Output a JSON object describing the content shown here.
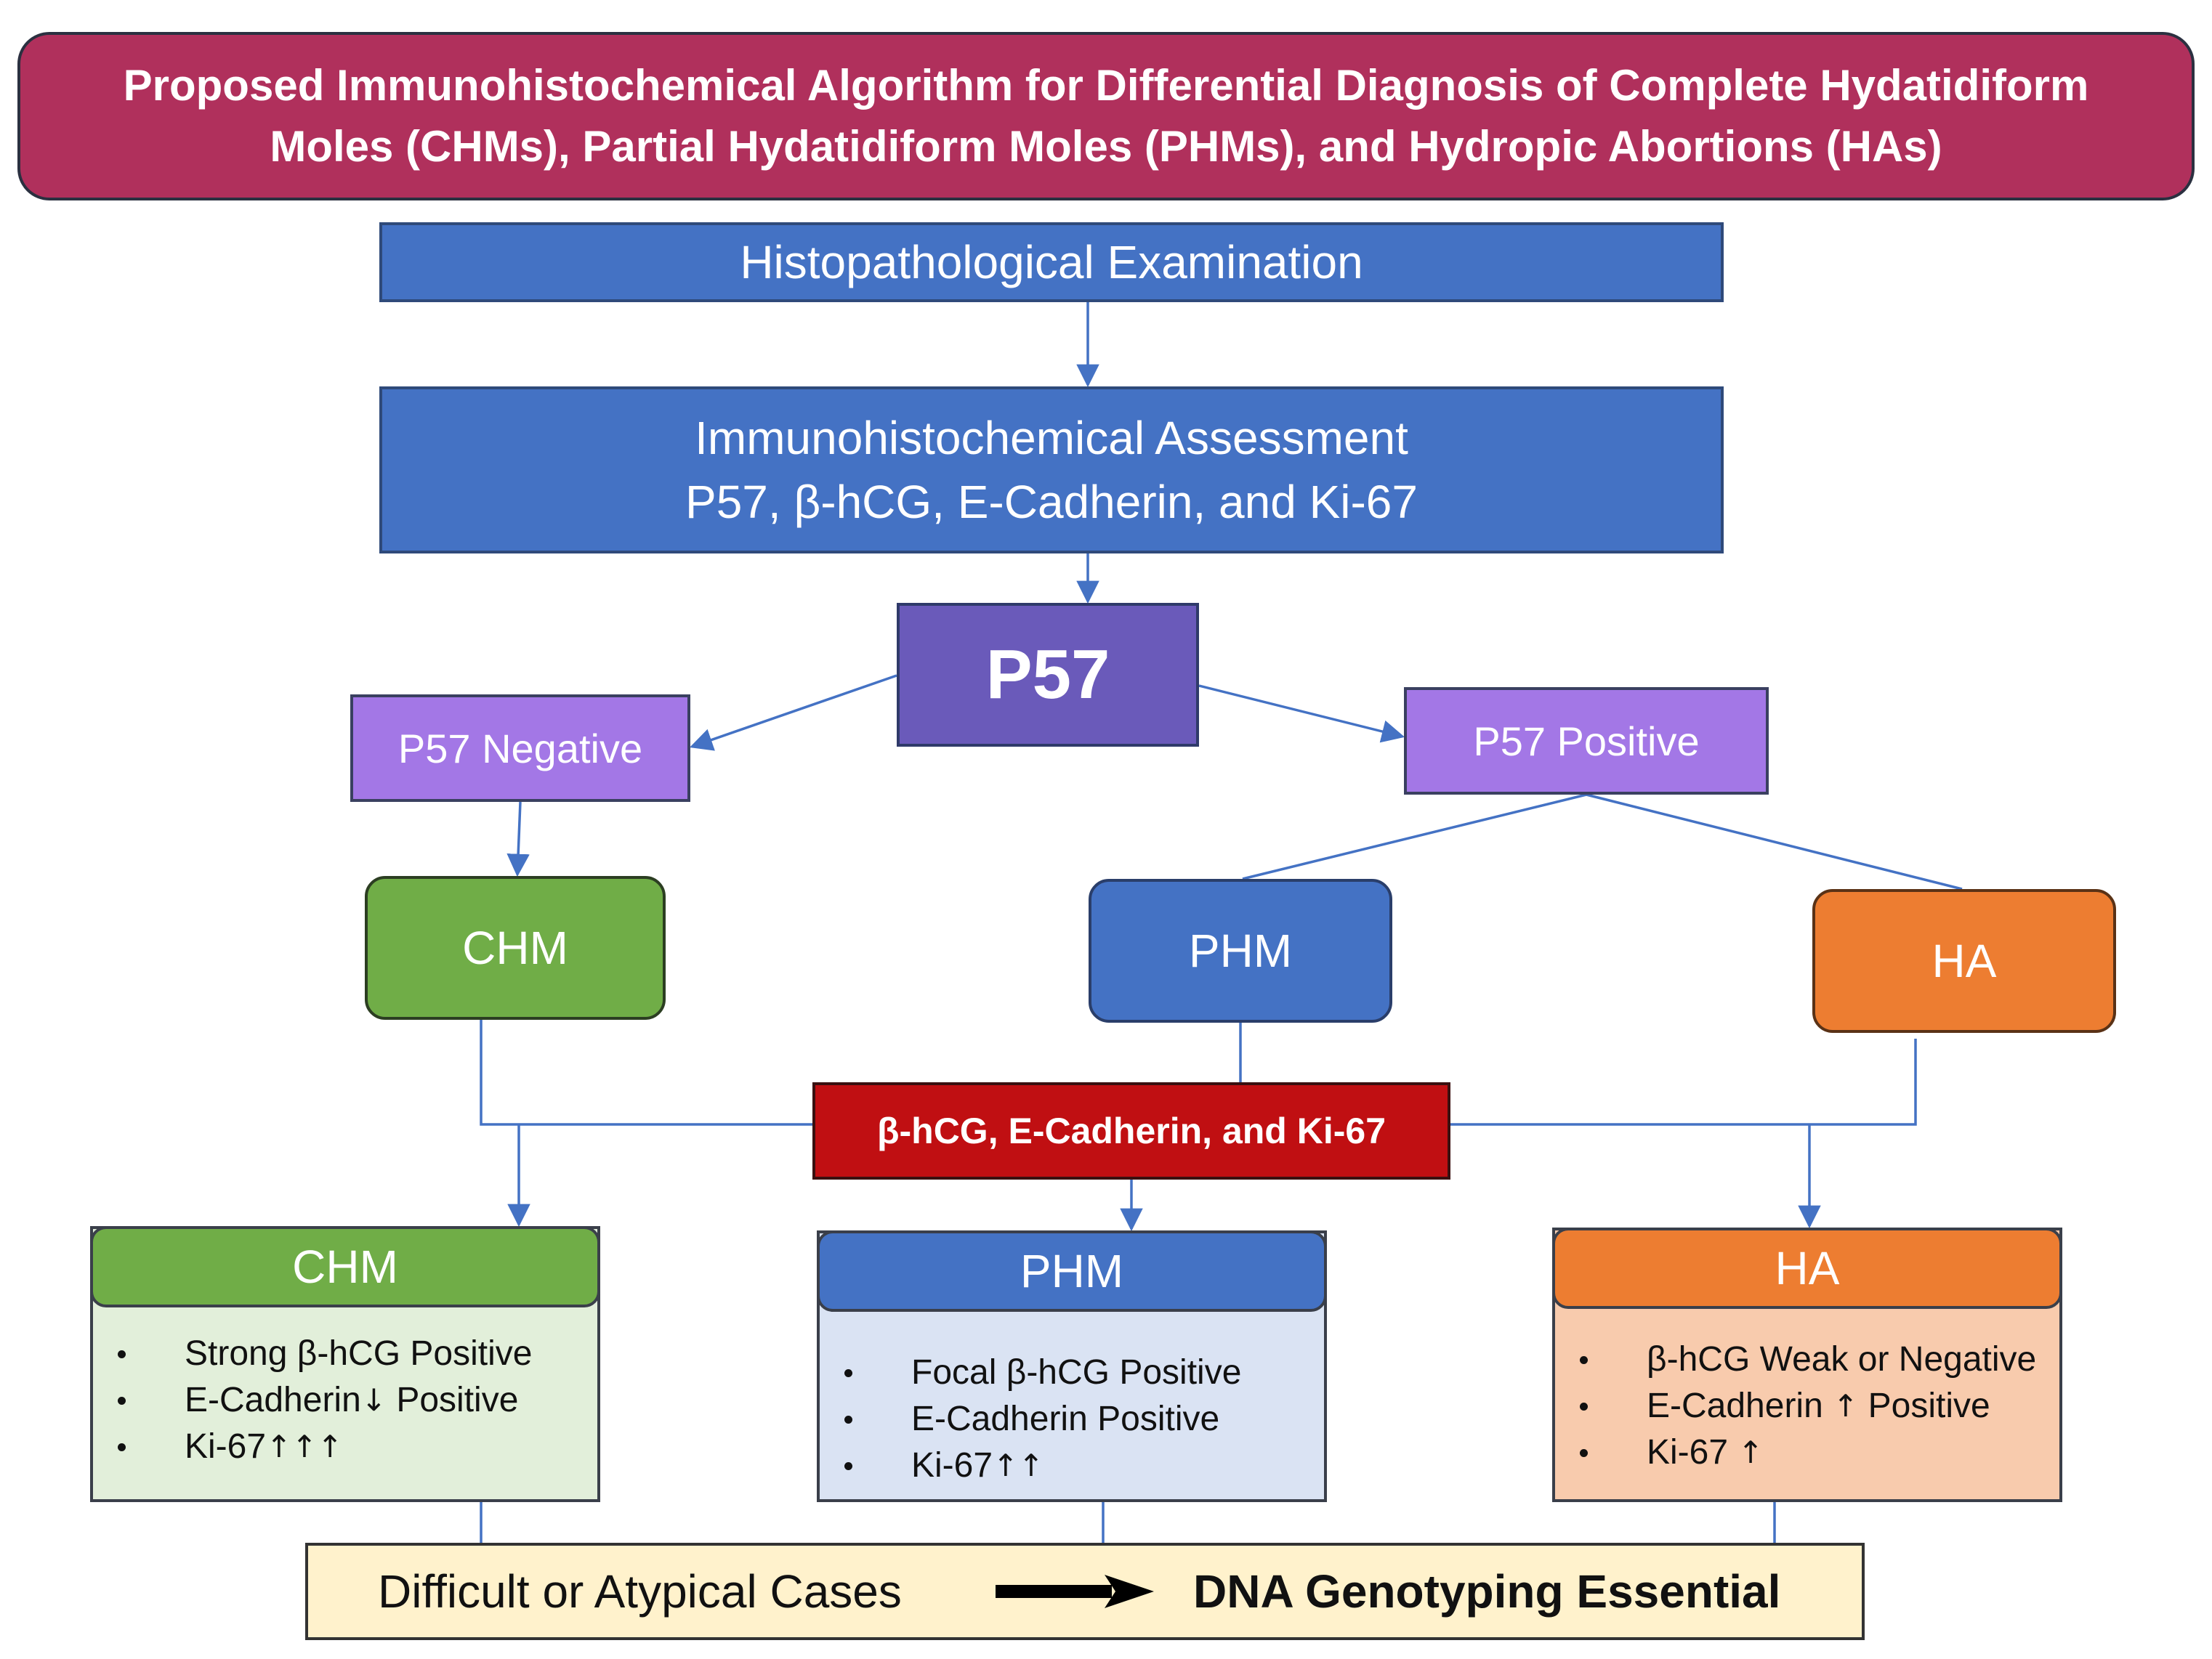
{
  "title": {
    "line1": "Proposed Immunohistochemical Algorithm for Differential Diagnosis of Complete Hydatidiform",
    "line2": "Moles (CHMs), Partial Hydatidiform Moles (PHMs), and Hydropic Abortions (HAs)"
  },
  "steps": {
    "histo": "Histopathological Examination",
    "ihc_line1": "Immunohistochemical Assessment",
    "ihc_line2": "P57, β-hCG, E-Cadherin, and Ki-67",
    "p57": "P57",
    "p57_negative": "P57 Negative",
    "p57_positive": "P57 Positive"
  },
  "nodes": {
    "chm": "CHM",
    "phm": "PHM",
    "ha": "HA"
  },
  "markers": "β-hCG, E-Cadherin, and Ki-67",
  "cards": {
    "chm": {
      "title": "CHM",
      "items": [
        {
          "text": "Strong β-hCG Positive",
          "arrow": "",
          "suffix": ""
        },
        {
          "text": "E-Cadherin",
          "arrow": "↓",
          "suffix": " Positive"
        },
        {
          "text": "Ki-67",
          "arrow": "↑↑↑",
          "suffix": ""
        }
      ]
    },
    "phm": {
      "title": "PHM",
      "items": [
        {
          "text": "Focal β-hCG Positive",
          "arrow": "",
          "suffix": ""
        },
        {
          "text": "E-Cadherin Positive",
          "arrow": "",
          "suffix": ""
        },
        {
          "text": "Ki-67",
          "arrow": "↑↑",
          "suffix": ""
        }
      ]
    },
    "ha": {
      "title": "HA",
      "items": [
        {
          "text": "β-hCG Weak or Negative",
          "arrow": "",
          "suffix": ""
        },
        {
          "text": "E-Cadherin ",
          "arrow": "↑",
          "suffix": " Positive"
        },
        {
          "text": "Ki-67 ",
          "arrow": "↑",
          "suffix": ""
        }
      ]
    }
  },
  "bottom": {
    "left": "Difficult or Atypical Cases",
    "right": "DNA Genotyping Essential"
  },
  "colors": {
    "title": "#b0305c",
    "blue": "#4472c4",
    "purple": "#6a5aba",
    "lavender": "#a377e6",
    "green": "#70ad47",
    "orange": "#ed7d31",
    "red": "#c00f12",
    "connector": "#4472c4"
  }
}
